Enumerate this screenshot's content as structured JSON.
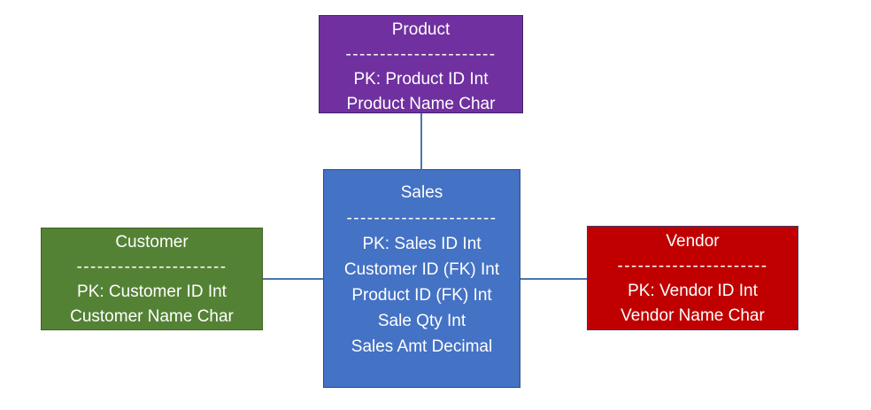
{
  "background": "#ffffff",
  "connector_color": "#4a76ad",
  "entities": [
    {
      "name": "Product",
      "separator": "----------------------",
      "fields": [
        "PK: Product ID Int",
        "Product Name Char"
      ],
      "fill": "#7030a0",
      "border": "#43246f"
    },
    {
      "name": "Sales",
      "separator": "----------------------",
      "fields": [
        "PK: Sales ID Int",
        "Customer ID (FK) Int",
        "Product ID (FK) Int",
        "Sale Qty Int",
        "Sales Amt Decimal"
      ],
      "fill": "#4472c4",
      "border": "#2e4d84"
    },
    {
      "name": "Customer",
      "separator": "----------------------",
      "fields": [
        "PK: Customer ID Int",
        "Customer Name Char"
      ],
      "fill": "#548235",
      "border": "#3f6322"
    },
    {
      "name": "Vendor",
      "separator": "----------------------",
      "fields": [
        "PK: Vendor ID Int",
        "Vendor Name Char"
      ],
      "fill": "#c00000",
      "border": "#463a63"
    }
  ],
  "relationships": [
    {
      "from": "Product",
      "to": "Sales"
    },
    {
      "from": "Customer",
      "to": "Sales"
    },
    {
      "from": "Sales",
      "to": "Vendor"
    }
  ]
}
